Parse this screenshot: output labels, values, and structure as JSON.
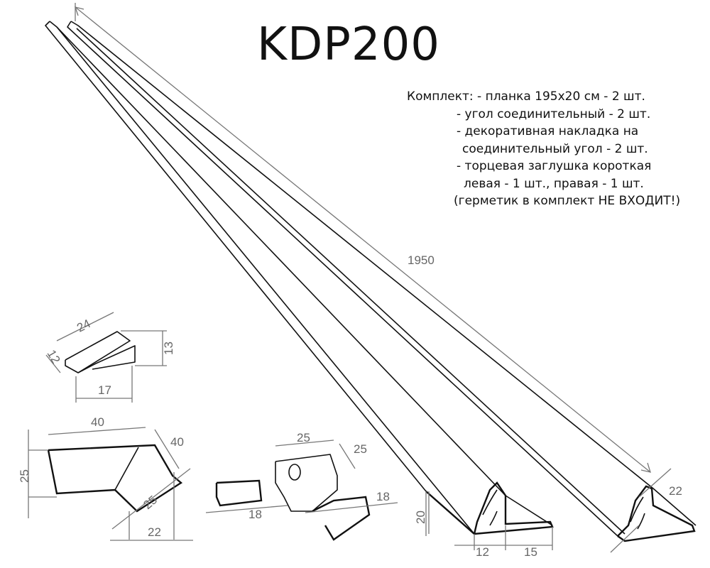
{
  "title": "KDP200",
  "kit": {
    "lines": [
      "Комплект: - планка 195x20 см - 2 шт.",
      "- угол соединительный - 2 шт.",
      "- декоративная накладка на",
      "соединительный угол - 2 шт.",
      "- торцевая заглушка короткая",
      "левая - 1 шт., правая - 1 шт.",
      "(герметик в комплект НЕ ВХОДИТ!)"
    ]
  },
  "dimensions": {
    "strip_length": "1950",
    "end_cap": {
      "length": "24",
      "depth": "12",
      "height": "13",
      "width": "17"
    },
    "corner_overlay": {
      "side_a": "40",
      "side_b": "40",
      "height": "25",
      "thickness": "25",
      "offset": "22"
    },
    "connector": {
      "side_a": "25",
      "side_b": "25",
      "leg_left": "18",
      "leg_right": "18"
    },
    "profile_left": {
      "height": "20",
      "base_a": "12",
      "base_b": "15"
    },
    "profile_right": {
      "thickness": "22"
    }
  }
}
